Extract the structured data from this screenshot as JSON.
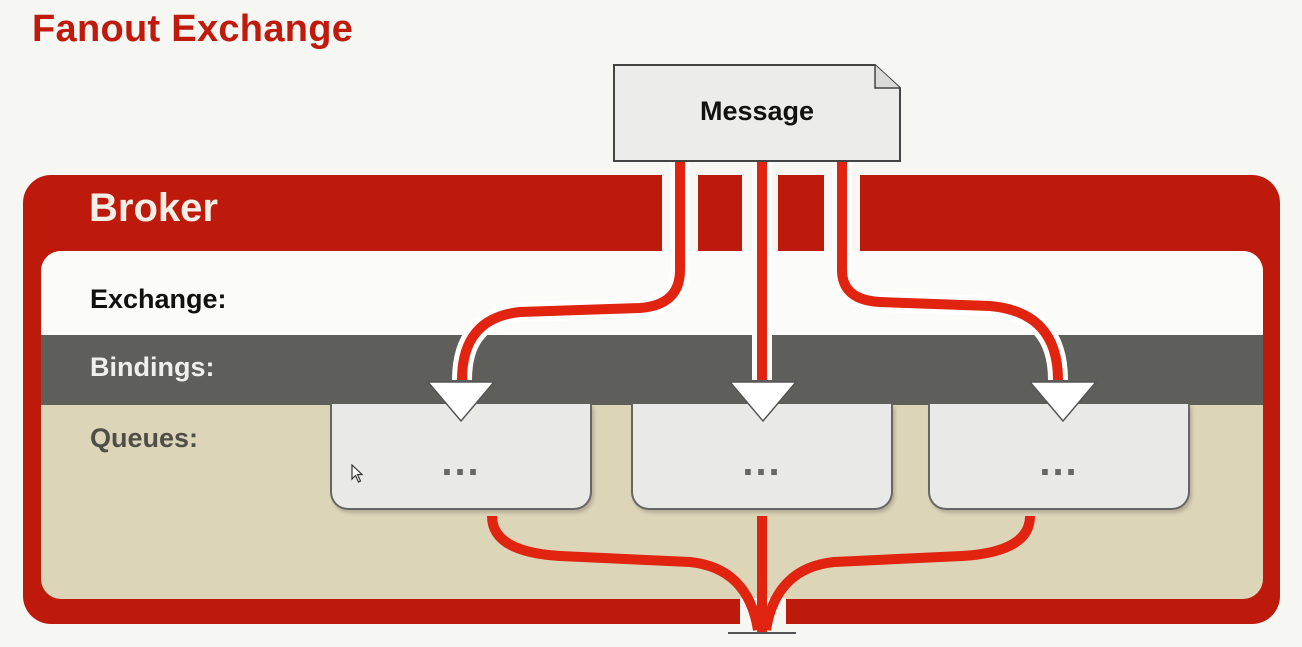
{
  "title": "Fanout Exchange",
  "message": {
    "label": "Message"
  },
  "broker": {
    "label": "Broker",
    "rows": {
      "exchange": "Exchange:",
      "bindings": "Bindings:",
      "queues": "Queues:"
    },
    "queues": [
      {
        "label": "..."
      },
      {
        "label": "..."
      },
      {
        "label": "..."
      }
    ]
  },
  "colors": {
    "accent_red": "#be1a0c",
    "title_red": "#c01a0c",
    "arrow_red": "#e02410",
    "bindings_band": "#5e5e5b",
    "queues_band": "#ddd5b8",
    "exchange_band": "#fbfbfa",
    "message_fill": "#ececea"
  }
}
